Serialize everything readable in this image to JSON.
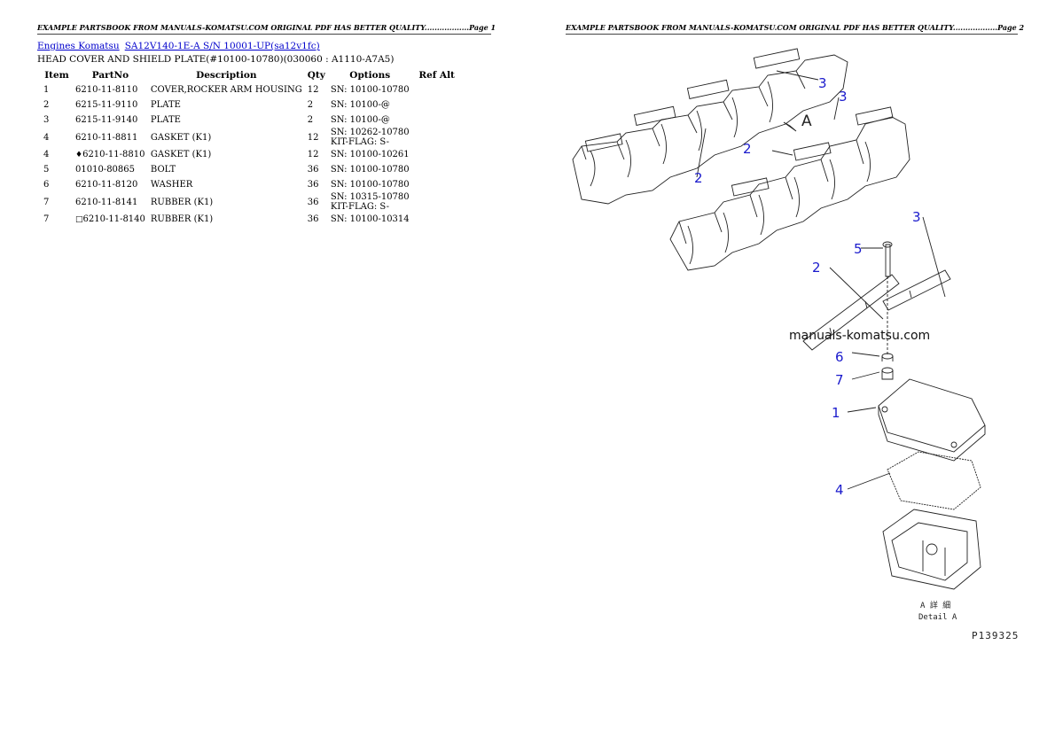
{
  "header": {
    "page1": "EXAMPLE PARTSBOOK FROM MANUALS-KOMATSU.COM ORIGINAL PDF HAS BETTER QUALITY..................Page 1",
    "page2": "EXAMPLE PARTSBOOK FROM MANUALS-KOMATSU.COM ORIGINAL PDF HAS BETTER QUALITY..................Page 2"
  },
  "breadcrumb": {
    "link1": "Engines Komatsu",
    "link2": "SA12V140-1E-A S/N 10001-UP(sa12v1fc)"
  },
  "title": "HEAD COVER AND SHIELD PLATE(#10100-10780)(030060 : A1110-A7A5)",
  "table": {
    "columns": [
      "Item",
      "PartNo",
      "Description",
      "Qty",
      "Options",
      "Ref Alt"
    ],
    "rows": [
      {
        "item": "1",
        "marker": "",
        "part": "6210-11-8110",
        "desc": "COVER,ROCKER ARM HOUSING",
        "qty": "12",
        "opt1": "SN: 10100-10780",
        "opt2": ""
      },
      {
        "item": "2",
        "marker": "",
        "part": "6215-11-9110",
        "desc": "PLATE",
        "qty": "2",
        "opt1": "SN: 10100-@",
        "opt2": ""
      },
      {
        "item": "3",
        "marker": "",
        "part": "6215-11-9140",
        "desc": "PLATE",
        "qty": "2",
        "opt1": "SN: 10100-@",
        "opt2": ""
      },
      {
        "item": "4",
        "marker": "",
        "part": "6210-11-8811",
        "desc": "GASKET (K1)",
        "qty": "12",
        "opt1": "SN: 10262-10780",
        "opt2": "KIT-FLAG: S-"
      },
      {
        "item": "4",
        "marker": "♦",
        "part": "6210-11-8810",
        "desc": "GASKET (K1)",
        "qty": "12",
        "opt1": "SN: 10100-10261",
        "opt2": ""
      },
      {
        "item": "5",
        "marker": "",
        "part": "01010-80865",
        "desc": "BOLT",
        "qty": "36",
        "opt1": "SN: 10100-10780",
        "opt2": ""
      },
      {
        "item": "6",
        "marker": "",
        "part": "6210-11-8120",
        "desc": "WASHER",
        "qty": "36",
        "opt1": "SN: 10100-10780",
        "opt2": ""
      },
      {
        "item": "7",
        "marker": "",
        "part": "6210-11-8141",
        "desc": "RUBBER (K1)",
        "qty": "36",
        "opt1": "SN: 10315-10780",
        "opt2": "KIT-FLAG: S-"
      },
      {
        "item": "7",
        "marker": "□",
        "part": "6210-11-8140",
        "desc": "RUBBER (K1)",
        "qty": "36",
        "opt1": "SN: 10100-10314",
        "opt2": ""
      }
    ]
  },
  "diagram": {
    "callouts": [
      "3",
      "3",
      "2",
      "2",
      "3",
      "5",
      "2",
      "6",
      "7",
      "1",
      "4"
    ],
    "arrow_label": "A",
    "watermark": "manuals-komatsu.com",
    "detail_label_jp": "A 詳 細",
    "detail_label": "Detail A",
    "ref_code": "P139325"
  }
}
